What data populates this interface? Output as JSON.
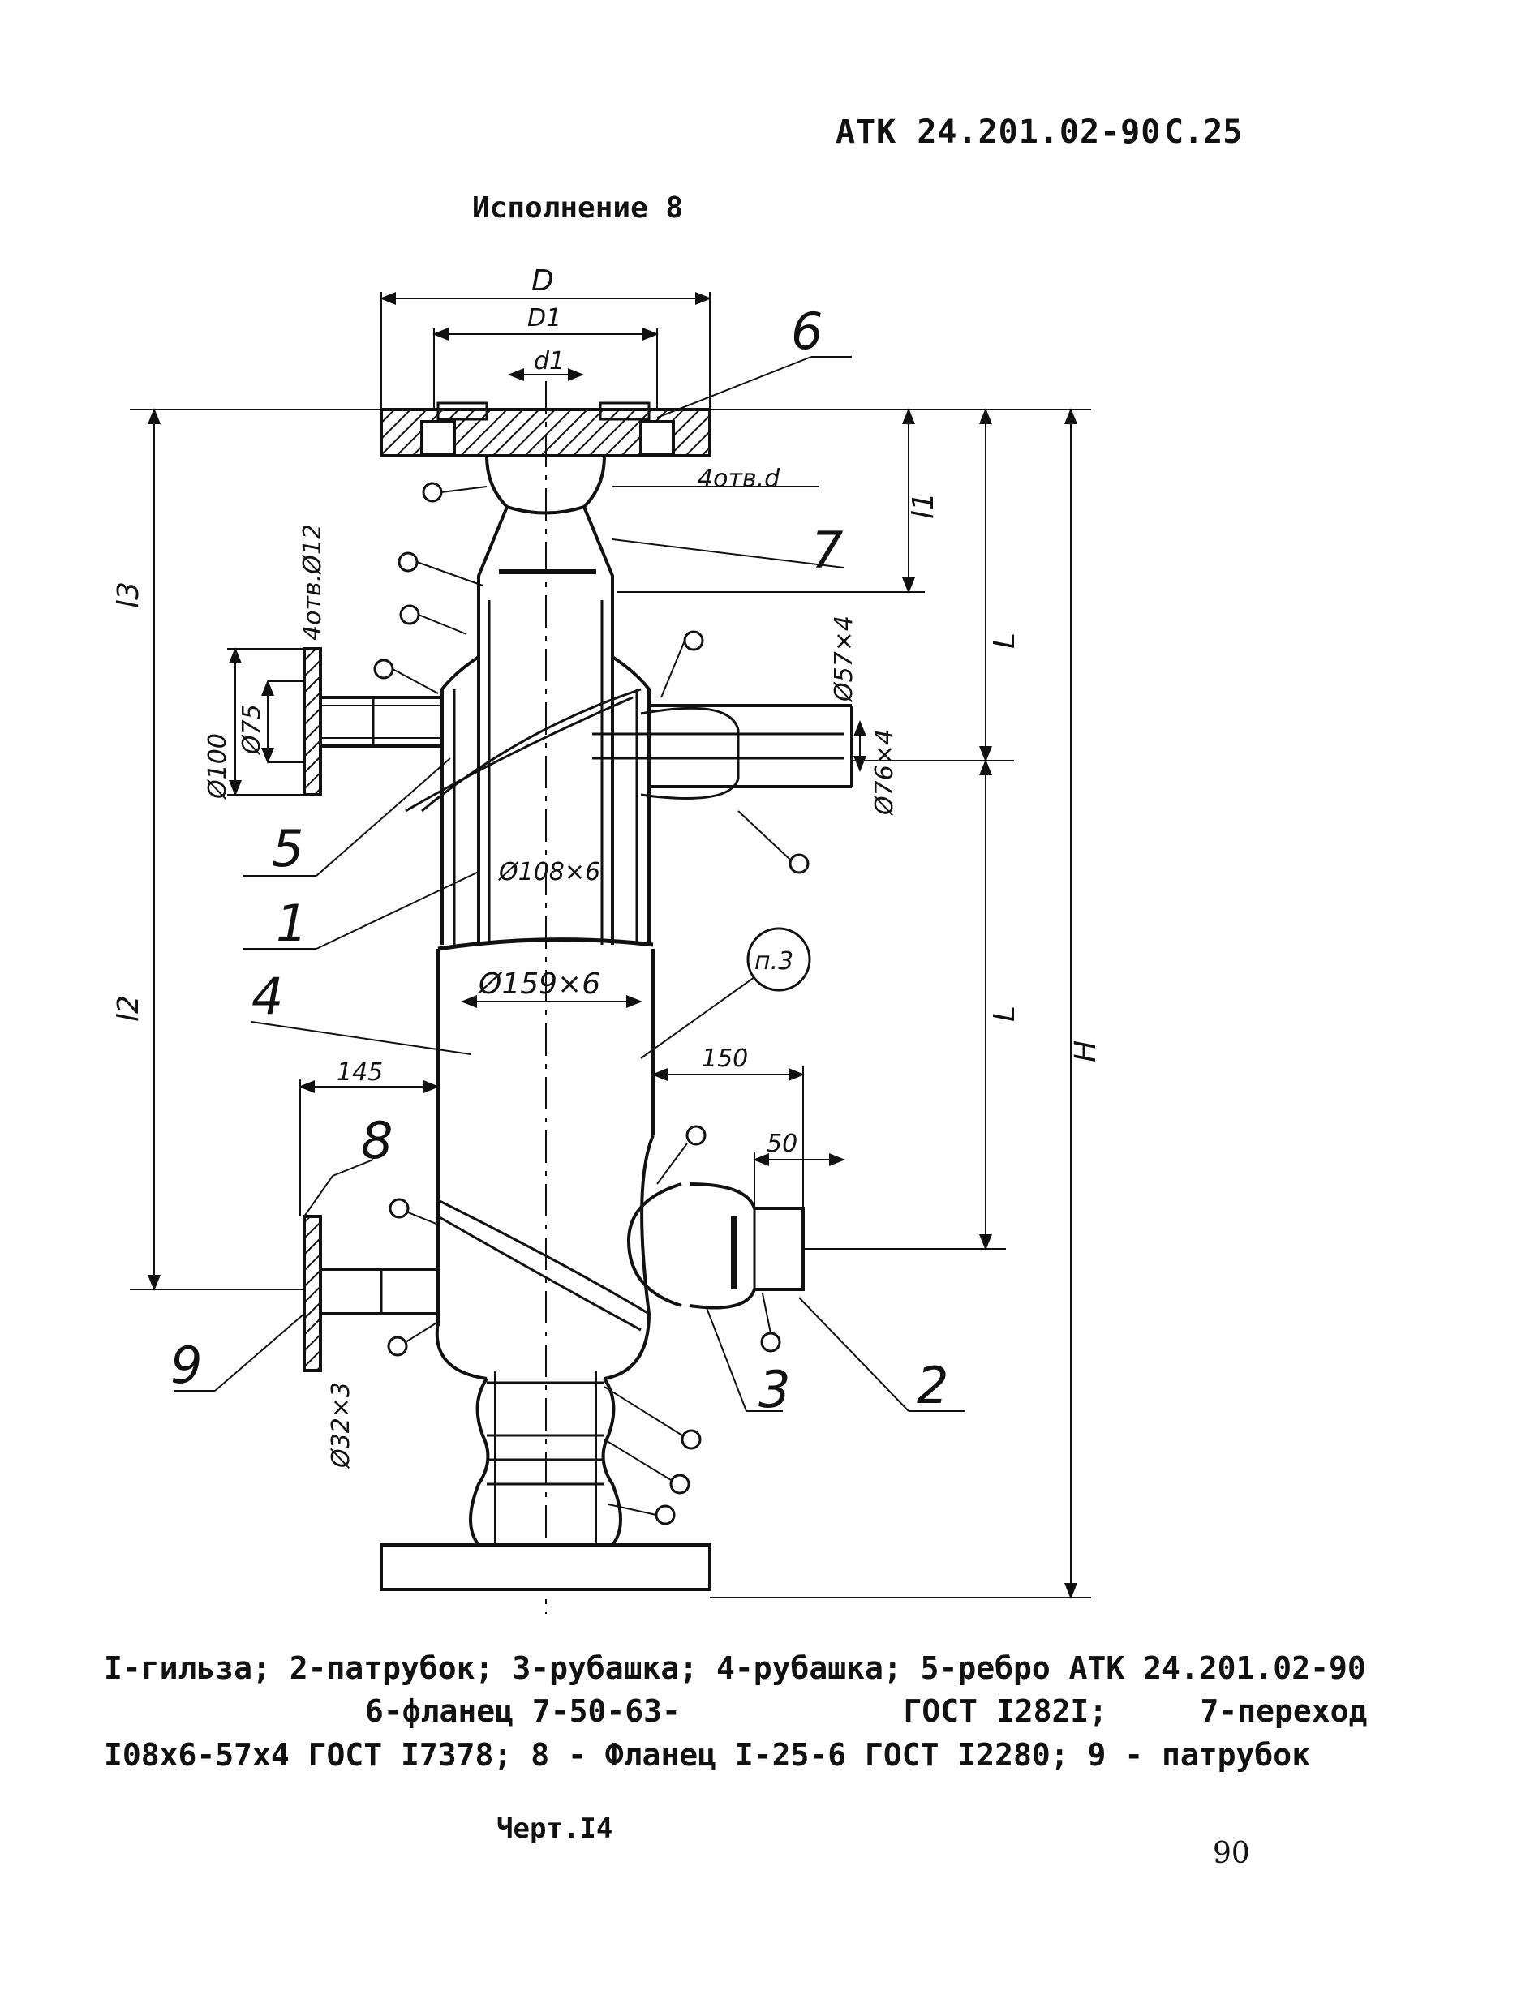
{
  "header": {
    "document_code": "ATK 24.201.02-90",
    "page_label": "C.25"
  },
  "variant_title": "Исполнение 8",
  "drawing": {
    "dim_D": "D",
    "dim_D1": "D1",
    "dim_d1": "d1",
    "holes_flange": "4отв.d",
    "holes_rib": "4отв.Ø12",
    "dim_l1": "l1",
    "dim_l2": "l2",
    "dim_l3": "l3",
    "dim_L_upper": "L",
    "dim_L_lower": "L",
    "dim_H": "H",
    "dim_d100": "Ø100",
    "dim_d75": "Ø75",
    "dim_d57": "Ø57×4",
    "dim_d76": "Ø76×4",
    "dim_d108": "Ø108×6",
    "dim_d159": "Ø159×6",
    "dim_d32": "Ø32×3",
    "dim_145": "145",
    "dim_150": "150",
    "dim_50": "50",
    "note_ref": "п.3",
    "labels": [
      "1",
      "2",
      "3",
      "4",
      "5",
      "6",
      "7",
      "8",
      "9"
    ]
  },
  "caption": {
    "line1": "I-гильза; 2-патрубок; 3-рубашка; 4-рубашка; 5-ребро АТК 24.201.02-90",
    "line2": "6-фланец 7-50-63-            ГОСТ I282I;     7-переход",
    "line3": "I08х6-57х4 ГОСТ I7378; 8 - Фланец I-25-6 ГОСТ I2280; 9 - патрубок"
  },
  "figure_label": "Черт.I4",
  "sheet_number": "90"
}
